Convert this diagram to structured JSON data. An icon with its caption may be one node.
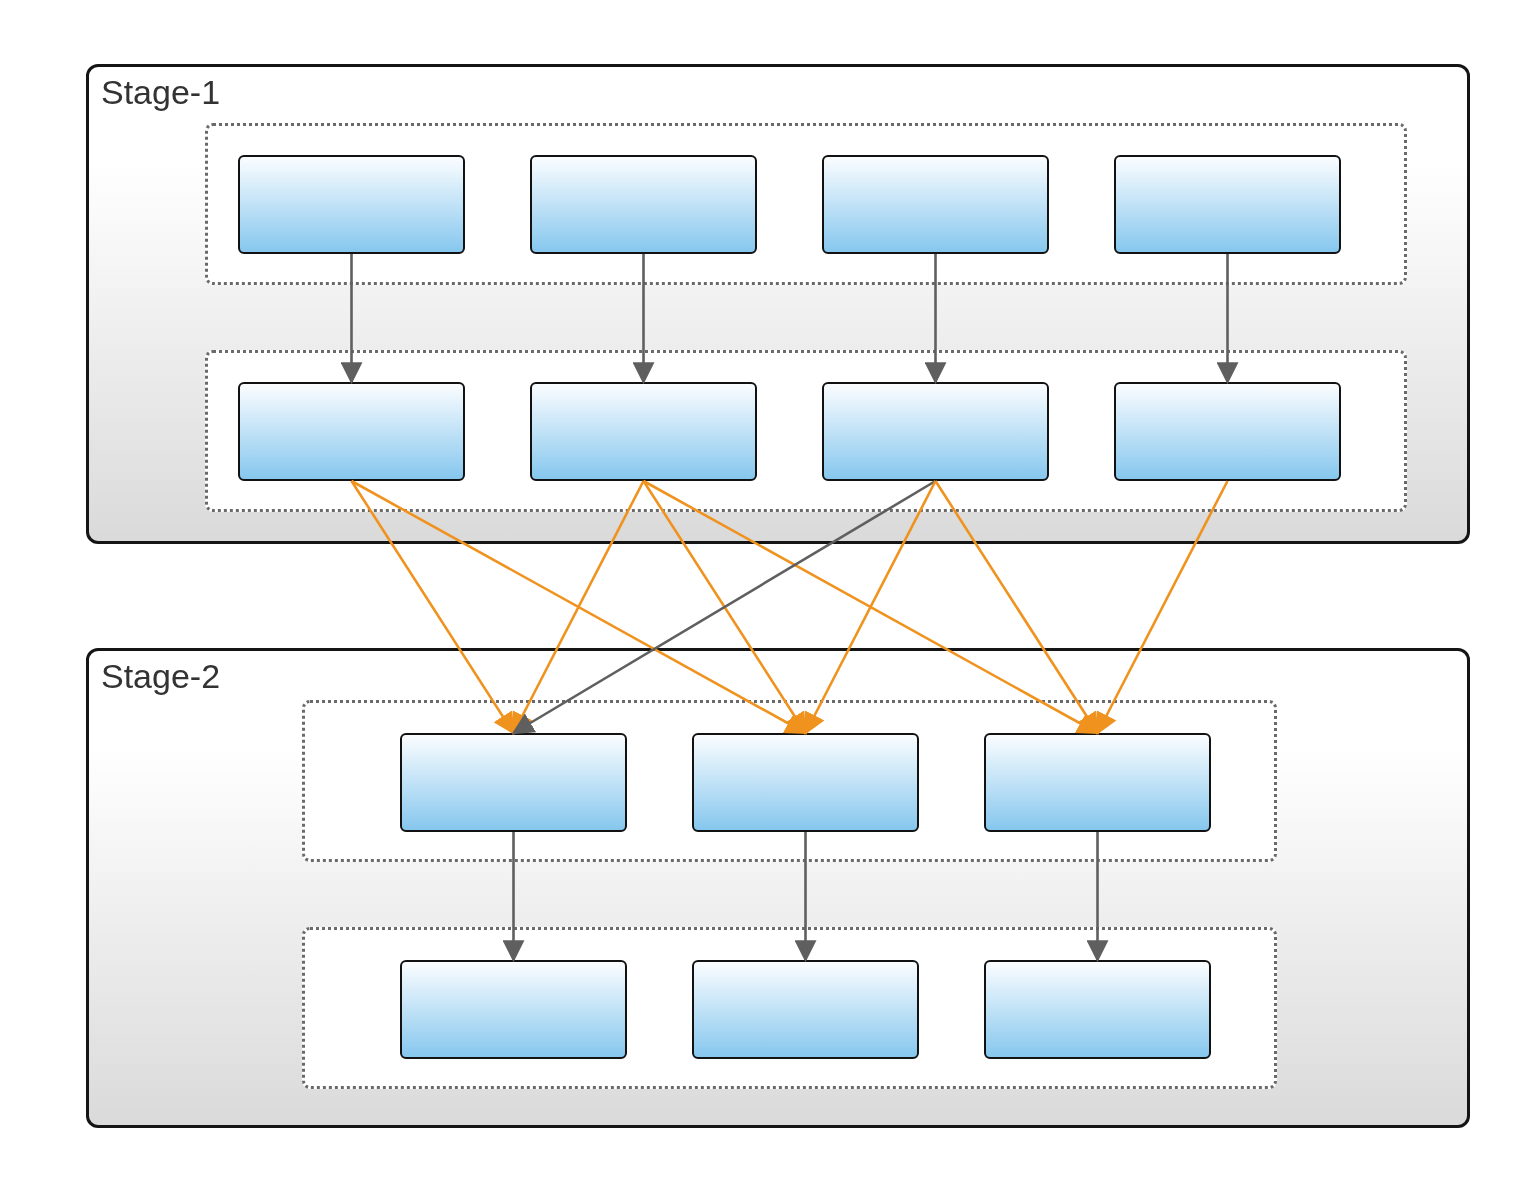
{
  "diagram": {
    "nodes": [
      {
        "text": [
          "Stage-1"
        ]
      },
      {
        "text": [],
        "shape": "box",
        "in": 0
      },
      {
        "text": [],
        "shape": "box",
        "in": 1
      },
      {
        "text": [],
        "shape": "box",
        "in": 1
      },
      {
        "text": [],
        "shape": "box",
        "in": 1
      },
      {
        "text": [],
        "shape": "box",
        "in": 1
      },
      {
        "text": [],
        "shape": "box",
        "in": 0
      },
      {
        "text": [],
        "shape": "box",
        "in": 6
      },
      {
        "text": [],
        "shape": "box",
        "in": 6
      },
      {
        "text": [],
        "shape": "box",
        "in": 6
      },
      {
        "text": [],
        "shape": "box",
        "in": 6
      },
      {
        "text": [
          "Stage-2"
        ]
      },
      {
        "text": [],
        "shape": "box",
        "in": 11
      },
      {
        "text": [],
        "shape": "box",
        "in": 12
      },
      {
        "text": [],
        "shape": "box",
        "in": 12
      },
      {
        "text": [],
        "shape": "box",
        "in": 12
      },
      {
        "text": [],
        "shape": "box",
        "in": 11
      },
      {
        "text": [],
        "shape": "box",
        "in": 16
      },
      {
        "text": [],
        "shape": "box",
        "in": 16
      },
      {
        "text": [],
        "shape": "box",
        "in": 16
      }
    ],
    "edges": [
      {
        "from": 2,
        "to": 7,
        "arrow": "to"
      },
      {
        "from": 3,
        "to": 8,
        "arrow": "to"
      },
      {
        "from": 4,
        "to": 9,
        "arrow": "to"
      },
      {
        "from": 5,
        "to": 10,
        "arrow": "to"
      },
      {
        "from": 7,
        "to": 13,
        "arrow": "to",
        "color": "#f0921e"
      },
      {
        "from": 7,
        "to": 14,
        "arrow": "to",
        "color": "#f0921e"
      },
      {
        "from": 8,
        "to": 13,
        "arrow": "to",
        "color": "#f0921e"
      },
      {
        "from": 8,
        "to": 14,
        "arrow": "to",
        "color": "#f0921e"
      },
      {
        "from": 8,
        "to": 15,
        "arrow": "to",
        "color": "#f0921e"
      },
      {
        "from": 9,
        "to": 13,
        "arrow": "to"
      },
      {
        "from": 9,
        "to": 14,
        "arrow": "to",
        "color": "#f0921e"
      },
      {
        "from": 9,
        "to": 15,
        "arrow": "to",
        "color": "#f0921e"
      },
      {
        "from": 10,
        "to": 15,
        "arrow": "to",
        "color": "#f0921e"
      },
      {
        "from": 13,
        "to": 17,
        "arrow": "to"
      },
      {
        "from": 14,
        "to": 18,
        "arrow": "to"
      },
      {
        "from": 15,
        "to": 19,
        "arrow": "to"
      }
    ]
  }
}
